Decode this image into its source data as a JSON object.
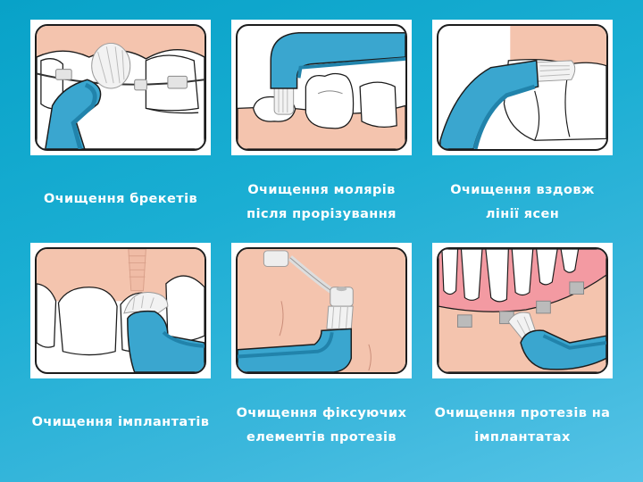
{
  "panels": [
    {
      "caption": "Очищення брекетів",
      "illustration": "toothbrush-braces-icon"
    },
    {
      "caption_line1": "Очищення молярів",
      "caption_line2": "після прорізування",
      "illustration": "toothbrush-molar-icon"
    },
    {
      "caption_line1": "Очищення вздовж",
      "caption_line2": "лінії ясен",
      "illustration": "toothbrush-gumline-icon"
    },
    {
      "caption": "Очищення імплантатів",
      "illustration": "toothbrush-implant-icon"
    },
    {
      "caption_line1": "Очищення фіксуючих",
      "caption_line2": "елементів протезів",
      "illustration": "toothbrush-denture-attachment-icon"
    },
    {
      "caption_line1": "Очищення протезів на",
      "caption_line2": "імплантатах",
      "illustration": "toothbrush-implant-denture-icon"
    }
  ],
  "colors": {
    "background_top": "#08a2c8",
    "background_bottom": "#55c3e6",
    "gum": "#f4c4ae",
    "handle": "#3aa6cf",
    "handle_dark": "#2183ab",
    "outline": "#1c1c1c",
    "caption_text": "#ffffff"
  }
}
